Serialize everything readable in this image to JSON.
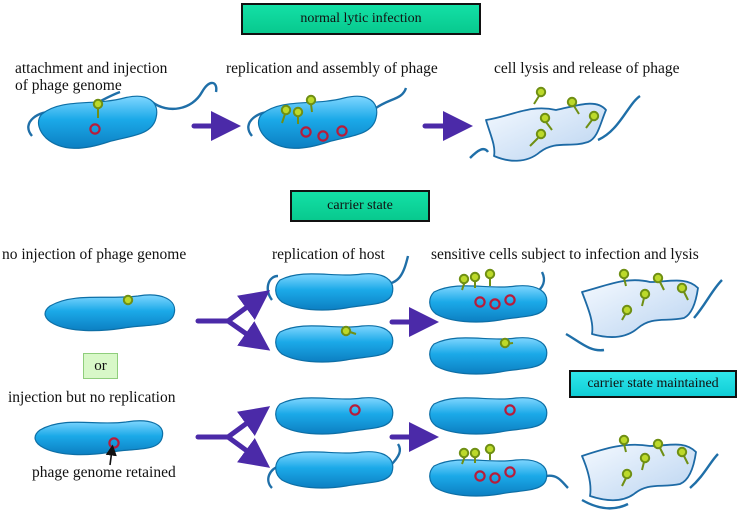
{
  "headers": {
    "lytic": "normal lytic infection",
    "carrier": "carrier state",
    "maintained": "carrier state maintained"
  },
  "labels": {
    "attach_line1": "attachment and injection",
    "attach_line2": "of phage genome",
    "replication_assembly": "replication and assembly of phage",
    "lysis_release": "cell lysis and release of phage",
    "no_injection": "no injection of phage genome",
    "replication_host": "replication of host",
    "sensitive_cells": "sensitive cells subject to infection and lysis",
    "or": "or",
    "injection_no_replication": "injection but no replication",
    "genome_retained": "phage genome retained"
  },
  "colors": {
    "bacterium_fill": "#1aa8e6",
    "bacterium_outline": "#0d6fa6",
    "flagellum": "#1f6fa8",
    "phage": "#bcd92a",
    "phage_genome": "#b71c3a",
    "arrow": "#4b2aa8",
    "lysed_cell": "#cfe2f5",
    "box_green": "#0ed49a",
    "box_cyan": "#1fdae0",
    "box_or": "#d8f8c8"
  }
}
